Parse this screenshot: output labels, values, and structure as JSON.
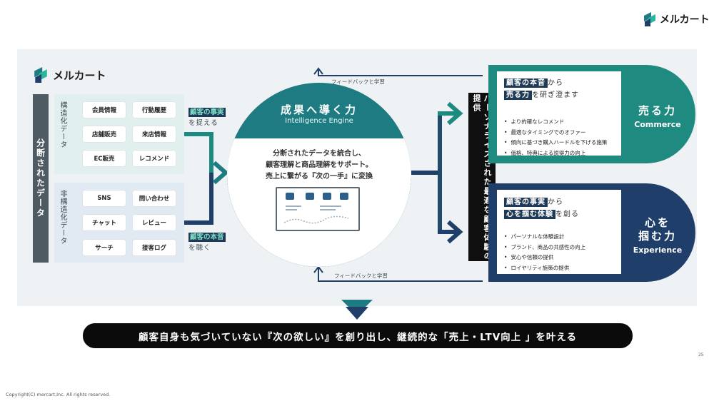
{
  "brand": {
    "name": "メルカート",
    "logo_icon": "mercart-logo-icon",
    "colors": {
      "teal": "#1d7b81",
      "navy": "#1f3f6a",
      "green": "#1f8a80"
    }
  },
  "left": {
    "data_label": "分断されたデータ",
    "structured": {
      "label": "構造化データ",
      "items": [
        "会員情報",
        "行動履歴",
        "店舗販売",
        "来店情報",
        "EC販売",
        "レコメンド"
      ]
    },
    "unstructured": {
      "label": "非構造化データ",
      "items": [
        "SNS",
        "問い合わせ",
        "チャット",
        "レビュー",
        "サーチ",
        "接客ログ"
      ]
    }
  },
  "tags": {
    "facts_hl": "顧客の事実",
    "facts_sub": "を捉える",
    "voice_hl": "顧客の本音",
    "voice_sub": "を聴く"
  },
  "engine": {
    "title": "成果へ導く力",
    "subtitle": "Intelligence Engine",
    "desc": [
      "分断されたデータを統合し、",
      "顧客理解と商品理解をサポート。",
      "売上に繋がる『次の一手』に変換"
    ]
  },
  "feedback": {
    "top": "フィードバックと学習",
    "bottom": "フィードバックと学習"
  },
  "personalize": {
    "label": "パーソナライズされた最適な顧客体験の提供"
  },
  "cards": {
    "commerce": {
      "hl1": "顧客の本音",
      "t1": "から",
      "hl2": "売る力",
      "t2": "を研ぎ澄ます",
      "bullets": [
        "より的確なレコメンド",
        "最適なタイミングでのオファー",
        "傾向に基づき購入ハードルを下げる施策",
        "価格、特典による説得力の向上"
      ],
      "label": "売る力",
      "label_en": "Commerce"
    },
    "experience": {
      "hl1": "顧客の事実",
      "t1": "から",
      "hl2": "心を掴む体験",
      "t2": "を創る",
      "bullets": [
        "パーソナルな体験設計",
        "ブランド、商品の共感性の向上",
        "安心や信頼の提供",
        "ロイヤリティ施策の提供"
      ],
      "label_l1": "心を",
      "label_l2": "掴む力",
      "label_en": "Experience"
    }
  },
  "banner": "顧客自身も気づいていない『次の欲しい』を創り出し、継続的な「売上・LTV向上 」を叶える",
  "page_number": "25",
  "copyright": "Copyright(C) mercart,Inc. All rights reserved."
}
